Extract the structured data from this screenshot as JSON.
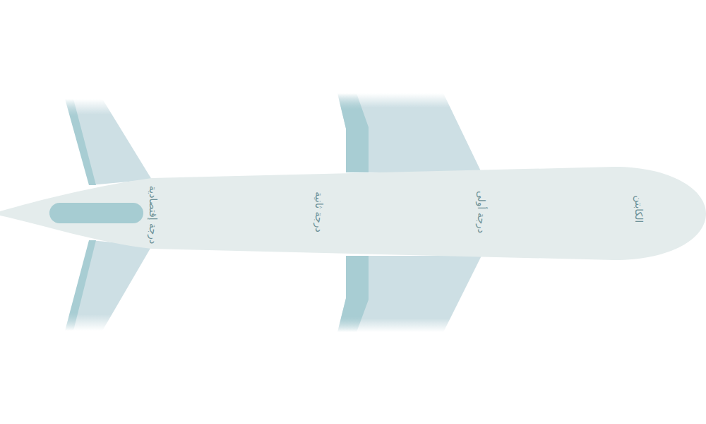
{
  "diagram": {
    "labels": [
      "درجة إقتصادية",
      "درجة ثانية",
      "درجة أولى",
      "الكابتن"
    ]
  }
}
